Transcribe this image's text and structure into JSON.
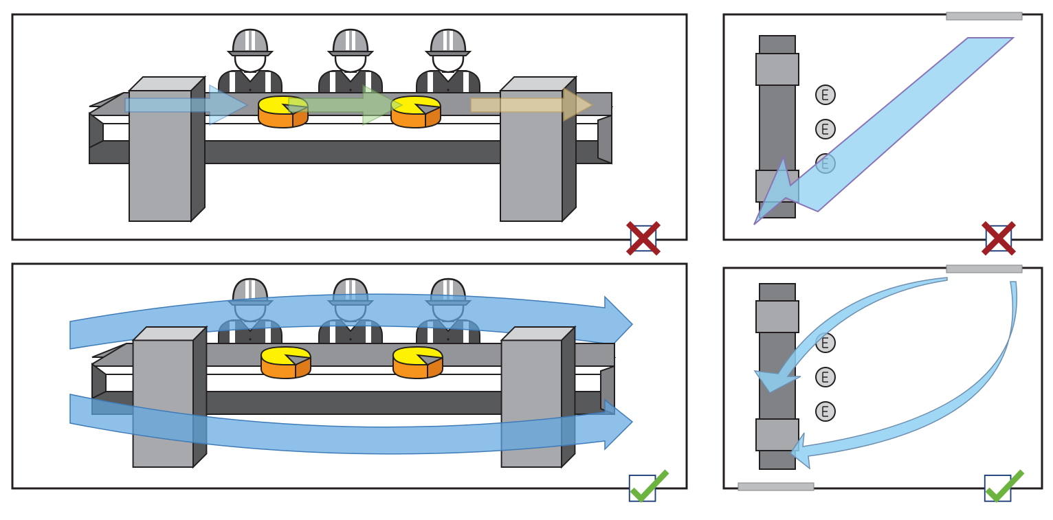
{
  "panels": [
    {
      "id": "production-line-wrong",
      "scene": "production-line",
      "verdict": "incorrect",
      "airflow": "along-line-through-workers"
    },
    {
      "id": "room-wrong",
      "scene": "room",
      "verdict": "incorrect",
      "airflow": "diagonal-single-jet"
    },
    {
      "id": "production-line-right",
      "scene": "production-line",
      "verdict": "correct",
      "airflow": "around-line-curved"
    },
    {
      "id": "room-right",
      "scene": "room",
      "verdict": "correct",
      "airflow": "curved-from-inlets"
    }
  ],
  "colors": {
    "frame": "#231f20",
    "machine-light": "#a7a9ac",
    "machine-dark": "#58595b",
    "machine-top": "#d1d3d4",
    "conveyor": "#939598",
    "airflow-blue": "#62a8e0",
    "airflow-light-blue": "#8ed0f2",
    "cheese-top": "#fff200",
    "cheese-side": "#f7941d",
    "cross": "#9e1f24",
    "check": "#6db33f",
    "checkbox-border": "#1f3f7a"
  },
  "icons": [
    "worker-helmet-icon",
    "cheese-wheel-icon",
    "cross-mark-icon",
    "check-mark-icon",
    "airflow-arrow-icon",
    "ceiling-vent-icon"
  ]
}
